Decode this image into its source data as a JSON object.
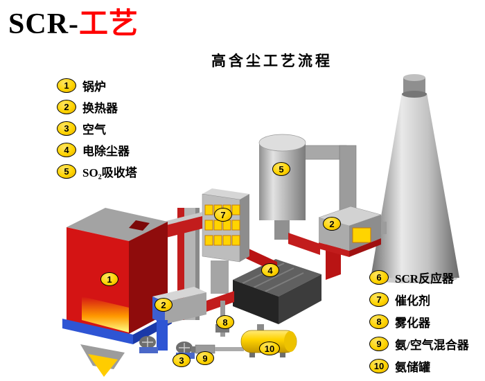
{
  "page": {
    "title_prefix": "SCR-",
    "title_suffix": "工艺",
    "diagram_title": "高含尘工艺流程"
  },
  "legend_left": [
    {
      "num": "1",
      "label": "锅炉"
    },
    {
      "num": "2",
      "label": "换热器"
    },
    {
      "num": "3",
      "label": "空气"
    },
    {
      "num": "4",
      "label": "电除尘器"
    },
    {
      "num": "5",
      "label": "SO₂吸收塔"
    }
  ],
  "legend_right": [
    {
      "num": "6",
      "label": "SCR反应器"
    },
    {
      "num": "7",
      "label": "催化剂"
    },
    {
      "num": "8",
      "label": "雾化器"
    },
    {
      "num": "9",
      "label": "氨/空气混合器"
    },
    {
      "num": "10",
      "label": "氨储罐"
    }
  ],
  "diagram_badges": [
    {
      "num": "1"
    },
    {
      "num": "2"
    },
    {
      "num": "2"
    },
    {
      "num": "3"
    },
    {
      "num": "4"
    },
    {
      "num": "5"
    },
    {
      "num": "7"
    },
    {
      "num": "8"
    },
    {
      "num": "9"
    },
    {
      "num": "10"
    }
  ],
  "colors": {
    "title_accent": "#ff0000",
    "badge_yellow": "#ffd400",
    "boiler_red": "#d41414",
    "duct_red": "#c21c1c",
    "base_blue": "#2e55d4",
    "catalyst_yellow": "#ffd400"
  }
}
